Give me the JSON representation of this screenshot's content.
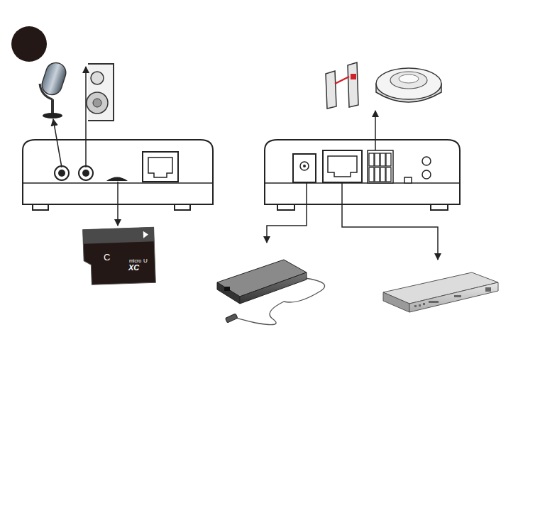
{
  "diagram": {
    "labels": [
      "C",
      "micro",
      "XC",
      "U"
    ]
  }
}
